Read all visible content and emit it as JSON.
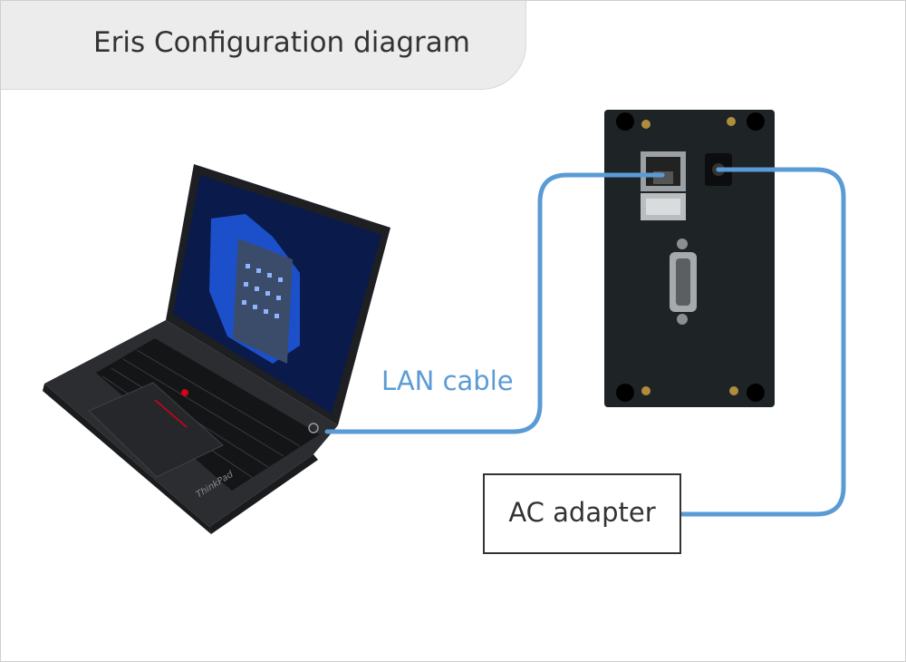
{
  "diagram": {
    "title": "Eris Configuration diagram",
    "lan_label": "LAN cable",
    "ac_adapter_label": "AC adapter",
    "laptop_brand": "ThinkPad"
  },
  "colors": {
    "cable": "#5b9bd5",
    "title_tab_bg": "#ececec",
    "text": "#333333",
    "device_panel": "#1e2326"
  },
  "icons": {
    "laptop": "laptop-icon",
    "device": "eris-device-icon",
    "ethernet": "ethernet-port-icon",
    "dc_jack": "dc-jack-icon",
    "serial": "db9-serial-port-icon"
  }
}
